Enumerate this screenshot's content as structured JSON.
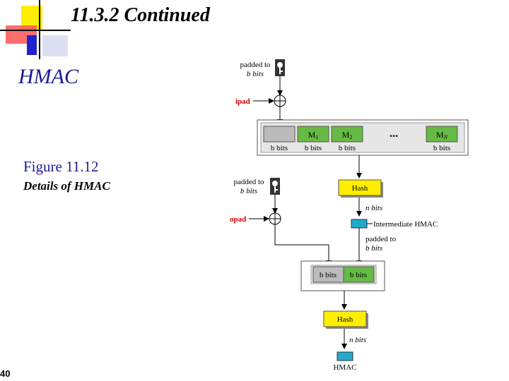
{
  "slide": {
    "title": "11.3.2  Continued",
    "subtitle": "HMAC",
    "figure_label": "Figure 11.12",
    "figure_caption": "Details of HMAC",
    "page_number": "40"
  },
  "diagram": {
    "key_top": {
      "line1": "padded to",
      "line2": "b bits"
    },
    "ipad": "ipad",
    "opad": "opad",
    "blocks_top": [
      {
        "label": "",
        "bits": "b bits"
      },
      {
        "label": "M",
        "sub": "1",
        "bits": "b bits"
      },
      {
        "label": "M",
        "sub": "2",
        "bits": "b bits"
      },
      {
        "label": "M",
        "sub": "N",
        "bits": "b bits"
      }
    ],
    "ellipsis": "...",
    "hash1": "Hash",
    "nbits1": "n bits",
    "intermediate": "Intermediate HMAC",
    "key_bottom": {
      "line1": "padded to",
      "line2": "b bits"
    },
    "padded_right": {
      "line1": "padded to",
      "line2": "b bits"
    },
    "blocks_bottom": [
      {
        "bits": "b bits"
      },
      {
        "bits": "b bits"
      }
    ],
    "hash2": "Hash",
    "nbits2": "n bits",
    "output": "HMAC"
  },
  "colors": {
    "yellow": "#ffee00",
    "green": "#66bb44",
    "cyan": "#22aacc",
    "red": "#cc0000",
    "blue_text": "#1a1a9c"
  }
}
